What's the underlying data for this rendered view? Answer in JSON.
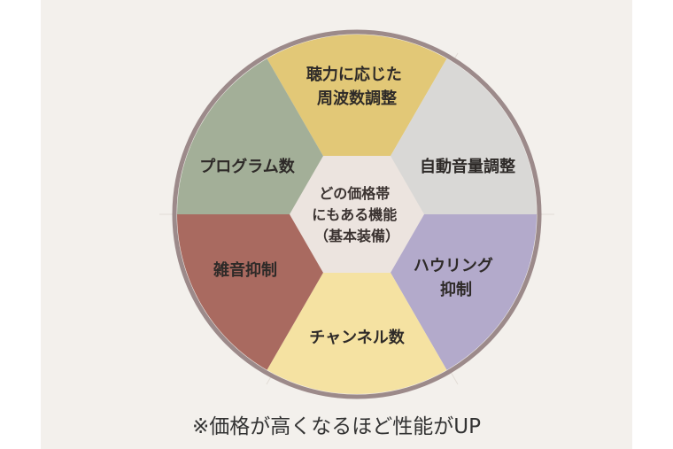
{
  "diagram": {
    "center": {
      "lines": [
        "どの価格帯",
        "にもある機能",
        "（基本装備）"
      ],
      "color": "#ece4df"
    },
    "segments": [
      {
        "name": "hearing-adjust",
        "lines": [
          "聴力に応じた",
          "周波数調整"
        ],
        "color": "#e2c877"
      },
      {
        "name": "auto-volume",
        "lines": [
          "自動音量調整"
        ],
        "color": "#d9d8d6"
      },
      {
        "name": "howling",
        "lines": [
          "ハウリング",
          "抑制"
        ],
        "color": "#b3aacb"
      },
      {
        "name": "channels",
        "lines": [
          "チャンネル数"
        ],
        "color": "#f5e2a2"
      },
      {
        "name": "noise",
        "lines": [
          "雑音抑制"
        ],
        "color": "#a96a60"
      },
      {
        "name": "programs",
        "lines": [
          "プログラム数"
        ],
        "color": "#a3af98"
      }
    ],
    "ring_color": "#9c8a8a"
  },
  "footnote": "※価格が高くなるほど性能がUP"
}
